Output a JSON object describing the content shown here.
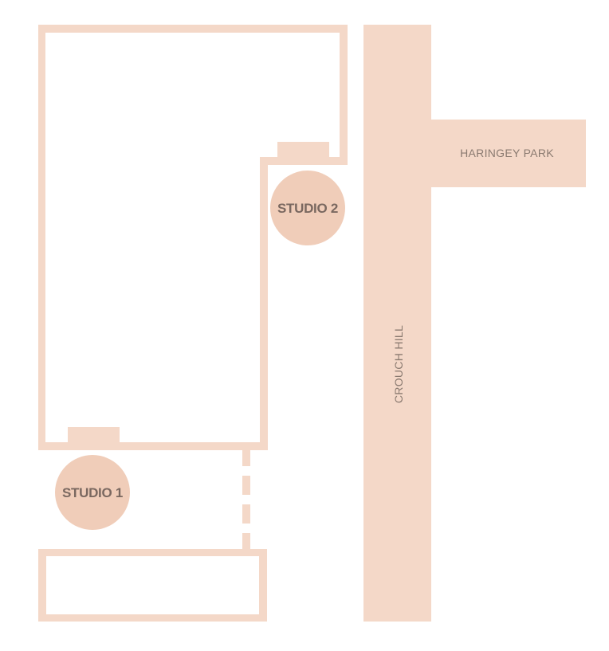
{
  "map": {
    "colors": {
      "background": "#ffffff",
      "fill": "#f4d8c8",
      "marker_fill": "#f0cdb9",
      "road_text": "#8a7a70",
      "studio_text": "#7a6860"
    },
    "roads": {
      "main_road": "CROUCH HILL",
      "side_road": "HARINGEY PARK"
    },
    "studios": [
      {
        "label": "STUDIO 1"
      },
      {
        "label": "STUDIO 2"
      }
    ]
  }
}
